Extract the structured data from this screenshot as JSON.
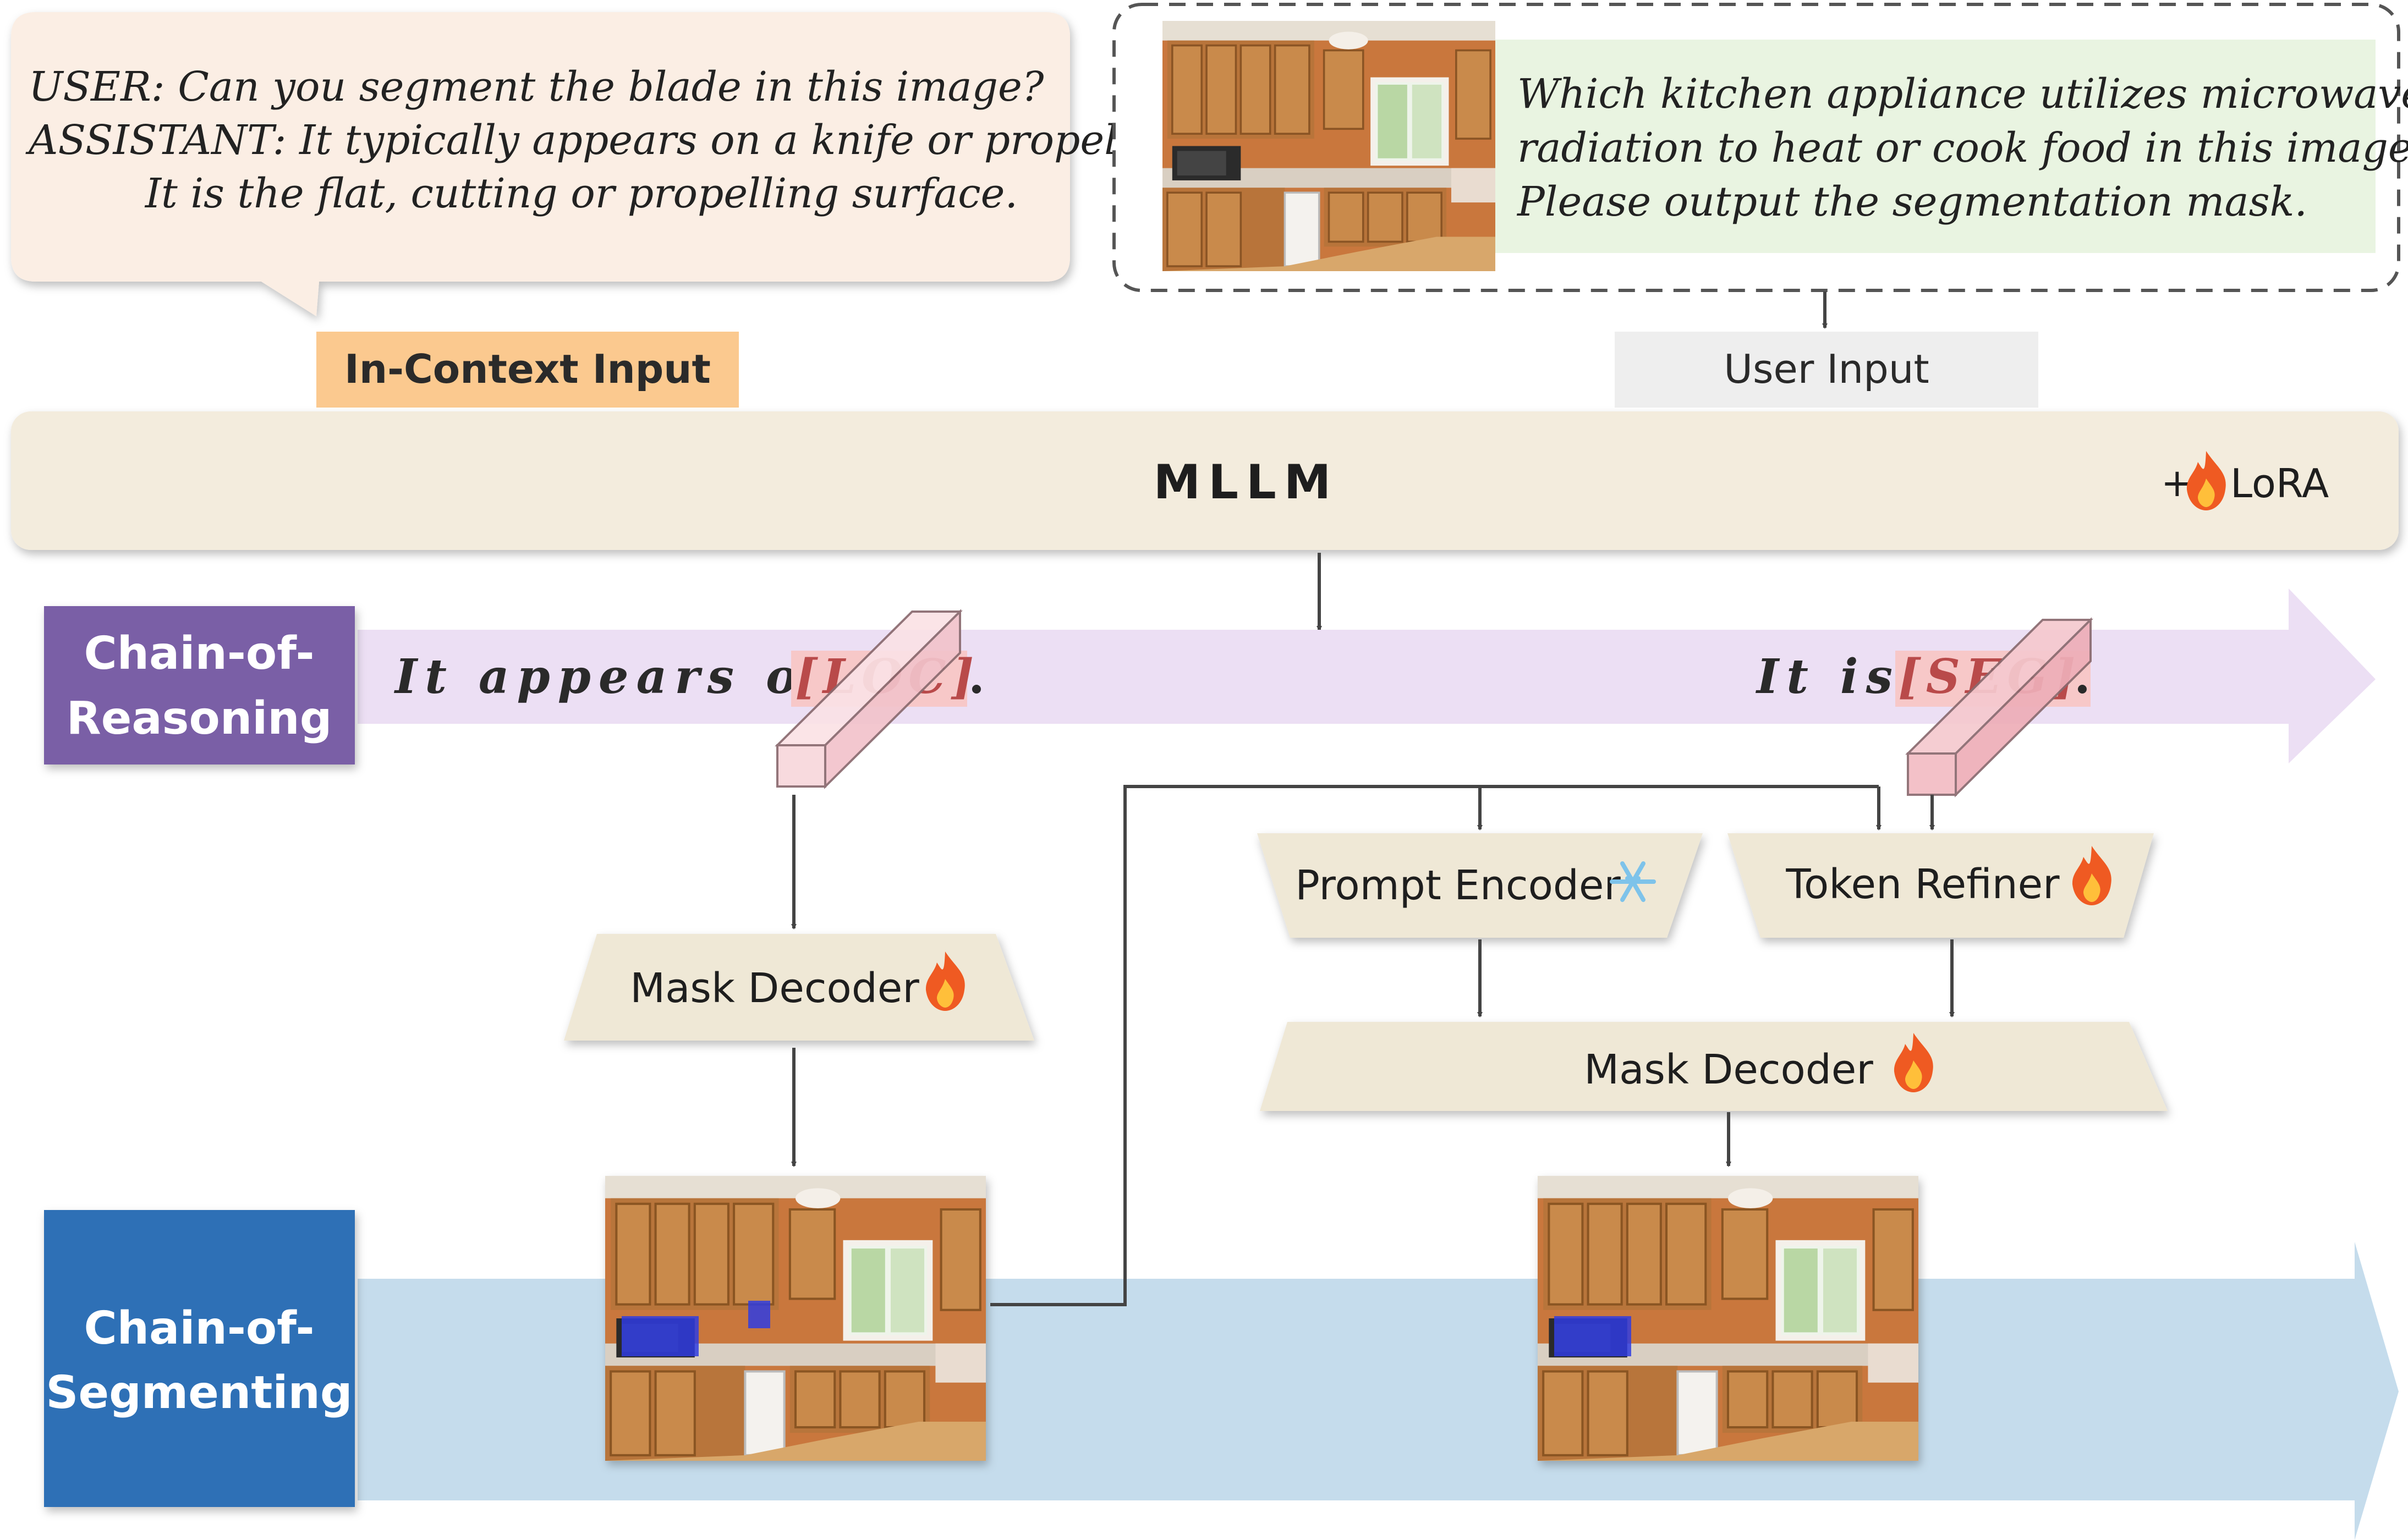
{
  "in_context": {
    "user_line": "USER: Can you segment the blade in this image?",
    "assistant_line": "ASSISTANT: It typically appears on a knife or propeller.",
    "assistant_line2": "It is the flat, cutting or propelling surface.",
    "label": "In-Context Input"
  },
  "user_input": {
    "question_line1": "Which kitchen appliance utilizes microwave",
    "question_line2": "radiation to heat or cook  food in this image?",
    "question_line3": "Please output the segmentation mask.",
    "label": "User Input"
  },
  "mllm": {
    "label": "MLLM",
    "lora_label": "LoRA",
    "lora_prefix": "+"
  },
  "reasoning": {
    "label_line1": "Chain-of-",
    "label_line2": "Reasoning",
    "phrase1": "It appears on",
    "token1": "[LOC]",
    "period1": ".",
    "phrase2": "It is",
    "token2": "[SEG]",
    "period2": "."
  },
  "segmenting": {
    "label_line1": "Chain-of-",
    "label_line2": "Segmenting"
  },
  "modules": {
    "mask_decoder_left": "Mask Decoder",
    "prompt_encoder": "Prompt Encoder",
    "token_refiner": "Token Refiner",
    "mask_decoder_right": "Mask Decoder"
  },
  "icons": {
    "trainable": "fire-icon",
    "frozen": "snowflake-icon"
  },
  "colors": {
    "in_context_bubble": "#fbeee4",
    "in_context_label": "#fbc98f",
    "user_question_bg": "#e9f4e1",
    "user_input_label": "#eeeeee",
    "mllm_bar": "#f3ecdd",
    "module_fill": "#efe8d6",
    "reasoning_label": "#7a5ea6",
    "reasoning_arrow": "#ecdff4",
    "segmenting_label": "#2f70b6",
    "segmenting_arrow": "#c5dcec",
    "token_highlight": "#f7c8c8",
    "token_text": "#b94a4a",
    "mask_blue": "#2f3ce0"
  }
}
